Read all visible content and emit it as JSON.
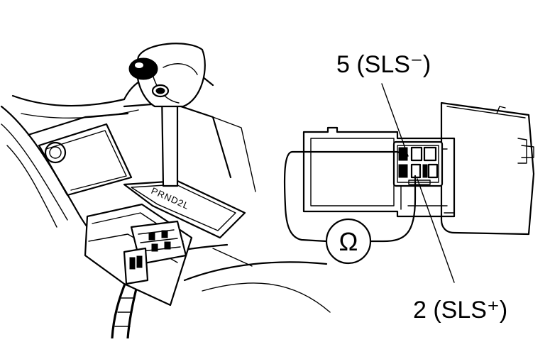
{
  "labels": {
    "terminal_5": "5 (SLS⁻)",
    "terminal_2": "2 (SLS⁺)",
    "ohmmeter_symbol": "Ω",
    "shift_indicator": "PRND2L"
  },
  "colors": {
    "ink": "#000000",
    "paper": "#ffffff"
  }
}
